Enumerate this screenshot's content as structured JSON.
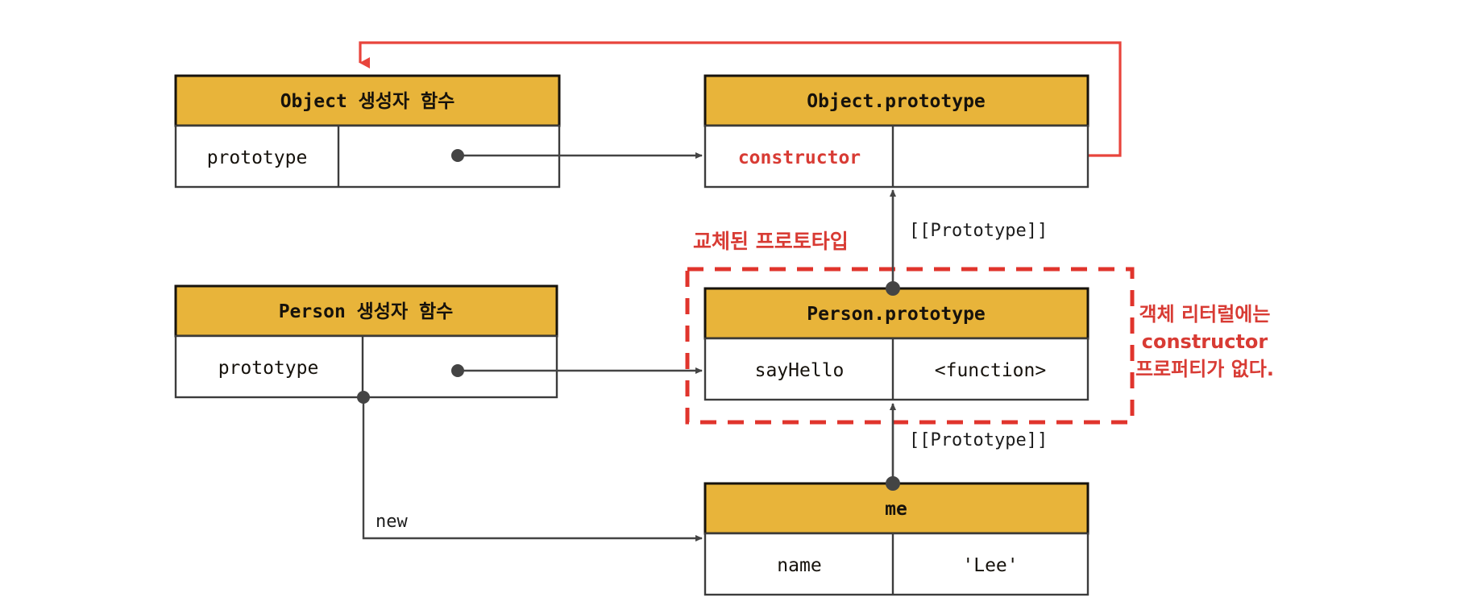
{
  "diagram": {
    "title_concept": "JavaScript prototype chain with replaced prototype",
    "colors": {
      "header_fill": "#e8b43a",
      "box_stroke": "#16120c",
      "cell_stroke": "#3c3c3c",
      "arrow": "#444444",
      "red": "#d83b34",
      "text": "#16120c",
      "background": "#ffffff"
    },
    "boxes": [
      {
        "id": "object-constructor",
        "header": "Object 생성자 함수",
        "rows": [
          {
            "key": "prototype",
            "value": ""
          }
        ]
      },
      {
        "id": "object-prototype",
        "header": "Object.prototype",
        "rows": [
          {
            "key": "constructor",
            "value": ""
          }
        ]
      },
      {
        "id": "person-constructor",
        "header": "Person 생성자 함수",
        "rows": [
          {
            "key": "prototype",
            "value": ""
          }
        ]
      },
      {
        "id": "person-prototype",
        "header": "Person.prototype",
        "rows": [
          {
            "key": "sayHello",
            "value": "<function>"
          }
        ]
      },
      {
        "id": "me-object",
        "header": "me",
        "rows": [
          {
            "key": "name",
            "value": "'Lee'"
          }
        ]
      }
    ],
    "edge_labels": {
      "prototype_link_upper": "[[Prototype]]",
      "prototype_link_lower": "[[Prototype]]",
      "new_label": "new"
    },
    "annotations": {
      "replaced_prototype": "교체된 프로토타입",
      "no_constructor_line1": "객체 리터럴에는",
      "no_constructor_line2": "constructor",
      "no_constructor_line3": "프로퍼티가 없다."
    }
  }
}
